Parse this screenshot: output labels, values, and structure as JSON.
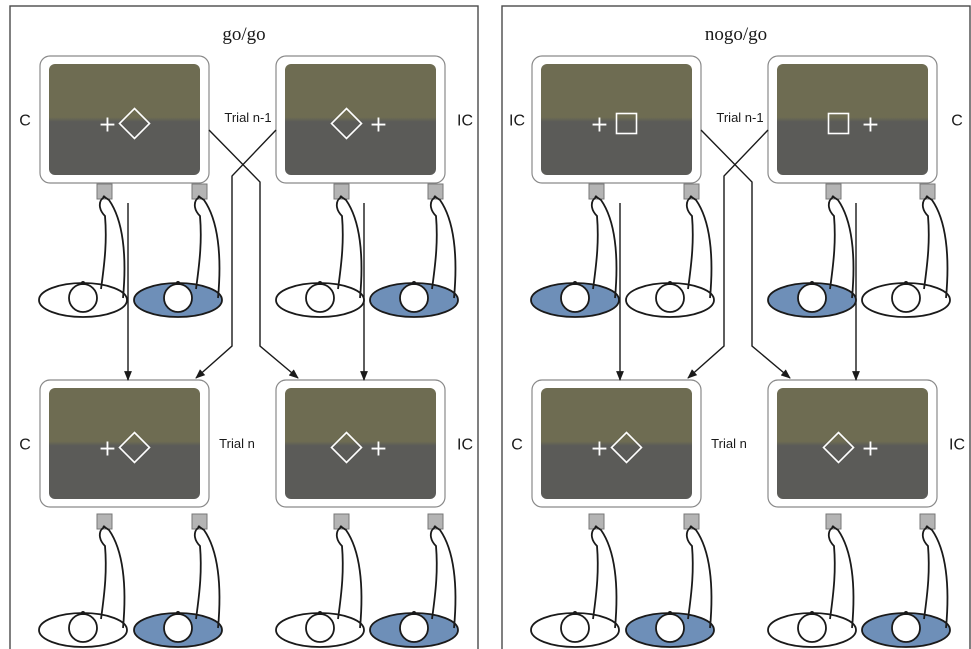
{
  "panels": [
    {
      "title": "go/go",
      "trial_prev_label": "Trial n-1",
      "trial_curr_label": "Trial n",
      "screens": [
        {
          "cond": "C",
          "stimulus": "diamond",
          "cross_side": "left"
        },
        {
          "cond": "IC",
          "stimulus": "diamond",
          "cross_side": "right"
        },
        {
          "cond": "C",
          "stimulus": "diamond",
          "cross_side": "left"
        },
        {
          "cond": "IC",
          "stimulus": "diamond",
          "cross_side": "right"
        }
      ],
      "hands_row1": [
        false,
        true,
        false,
        true
      ],
      "hands_row2": [
        false,
        true,
        false,
        true
      ]
    },
    {
      "title": "nogo/go",
      "trial_prev_label": "Trial n-1",
      "trial_curr_label": "Trial n",
      "screens": [
        {
          "cond": "IC",
          "stimulus": "square",
          "cross_side": "left"
        },
        {
          "cond": "C",
          "stimulus": "square",
          "cross_side": "right"
        },
        {
          "cond": "C",
          "stimulus": "diamond",
          "cross_side": "left"
        },
        {
          "cond": "IC",
          "stimulus": "diamond",
          "cross_side": "right"
        }
      ],
      "hands_row1": [
        true,
        false,
        true,
        false
      ],
      "hands_row2": [
        false,
        true,
        false,
        true
      ]
    }
  ],
  "glyphs": {
    "cross": "+"
  },
  "colors": {
    "screen_top": "#6e6c52",
    "screen_bottom": "#5b5b58",
    "active_ellipse": "#6e8fb8",
    "button": "#b4b4b4",
    "line": "#1a1a1a"
  }
}
